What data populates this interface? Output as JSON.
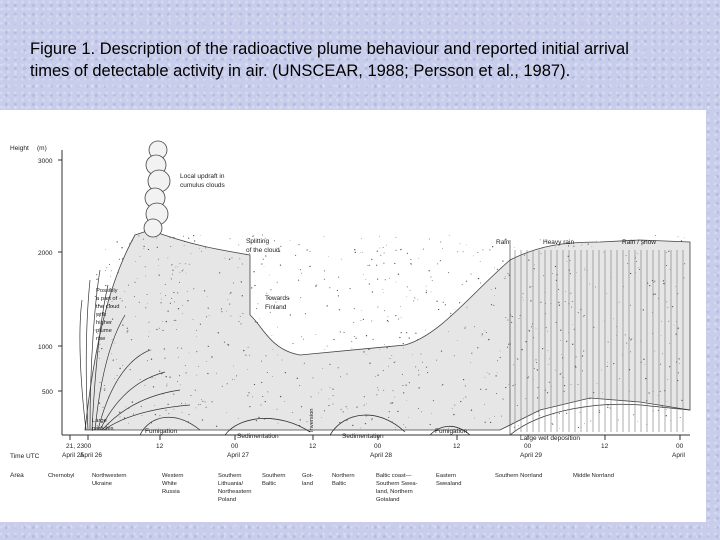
{
  "caption": {
    "line1": "Figure 1. Description of the radioactive plume behaviour and reported initial arrival",
    "line2": "times of detectable activity in air. (UNSCEAR, 1988; Persson et al., 1987)."
  },
  "diagram": {
    "height_label": "Height",
    "height_unit": "(m)",
    "height_ticks": [
      "3000",
      "2000",
      "1000",
      "500"
    ],
    "annotations": {
      "updraft_1": "Local updraft in",
      "updraft_2": "cumulus clouds",
      "splitting_1": "Splitting",
      "splitting_2": "of the cloud",
      "towards_1": "Towards",
      "towards_2": "Finland",
      "higher_1": "Possibly",
      "higher_2": "a part of",
      "higher_3": "the cloud",
      "higher_4": "with",
      "higher_5": "higher",
      "higher_6": "plume",
      "higher_7": "rise",
      "large_1": "Large",
      "large_2": "particles",
      "fumigation_1": "Fumigation",
      "sedimentation_1": "Sedimentation",
      "inversion": "Inversion",
      "sedimentation_2": "Sedimentation",
      "fumigation_2": "Fumigation",
      "rain": "Rain",
      "heavy_rain": "Heavy rain",
      "rain_snow": "Rain / snow",
      "large_wet": "Large wet deposition"
    },
    "time_label": "Time UTC",
    "time_ticks": [
      {
        "top": "21, 23",
        "bottom": "April 25"
      },
      {
        "top": "00",
        "bottom": "April 26"
      },
      {
        "top": "12",
        "bottom": ""
      },
      {
        "top": "00",
        "bottom": "April 27"
      },
      {
        "top": "12",
        "bottom": ""
      },
      {
        "top": "00",
        "bottom": "April 28"
      },
      {
        "top": "12",
        "bottom": ""
      },
      {
        "top": "00",
        "bottom": "April 29"
      },
      {
        "top": "12",
        "bottom": ""
      },
      {
        "top": "00",
        "bottom": "April"
      }
    ],
    "area_label": "Area",
    "areas": [
      {
        "lines": [
          "Chernobyl"
        ]
      },
      {
        "lines": [
          "Northwestern",
          "Ukraine"
        ]
      },
      {
        "lines": [
          "Western",
          "White",
          "Russia"
        ]
      },
      {
        "lines": [
          "Southern",
          "Lithuania/",
          "Northeastern",
          "Poland"
        ]
      },
      {
        "lines": [
          "Southern",
          "Baltic"
        ]
      },
      {
        "lines": [
          "Got-",
          "land"
        ]
      },
      {
        "lines": [
          "Northern",
          "Baltic"
        ]
      },
      {
        "lines": [
          "Baltic coast—",
          "Southern Swea-",
          "land, Northern",
          "Gotaland"
        ]
      },
      {
        "lines": [
          "Eastern",
          "Swealand"
        ]
      },
      {
        "lines": [
          "Southern Norrland"
        ]
      },
      {
        "lines": [
          "Middle Norrland"
        ]
      }
    ]
  }
}
